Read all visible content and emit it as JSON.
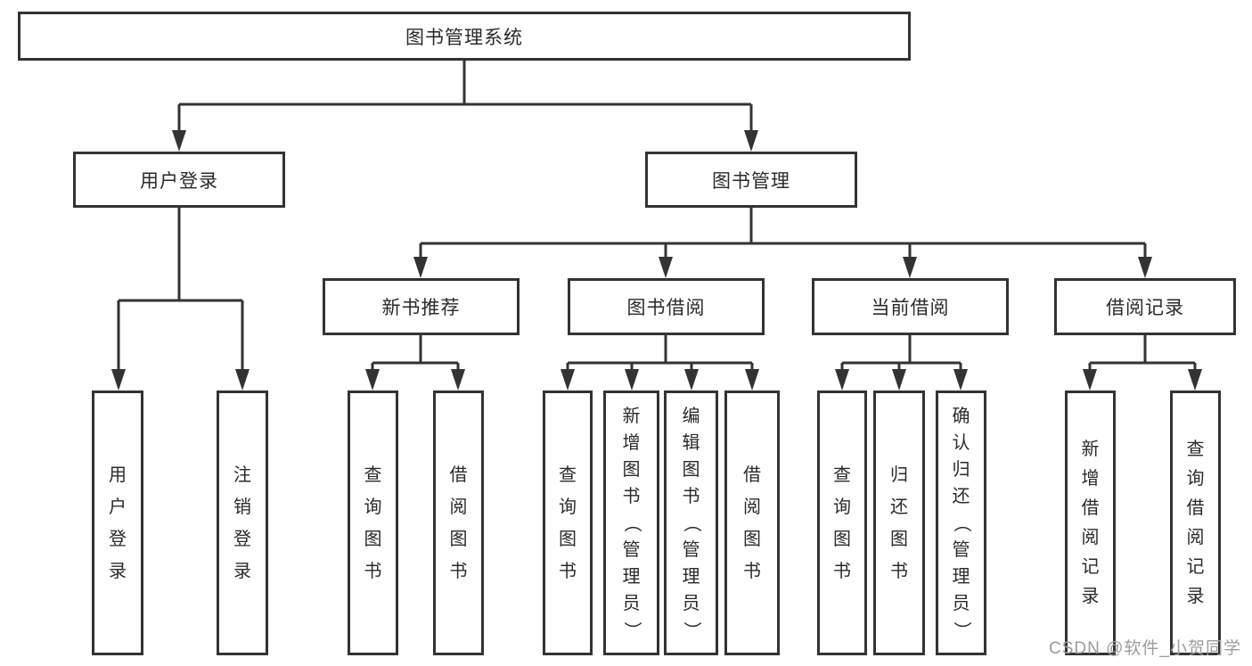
{
  "diagram": {
    "title": "图书管理系统",
    "root": {
      "label": "图书管理系统",
      "children": [
        {
          "label": "用户登录",
          "children": [
            {
              "label": "用户登录"
            },
            {
              "label": "注销登录"
            }
          ]
        },
        {
          "label": "图书管理",
          "children": [
            {
              "label": "新书推荐",
              "children": [
                {
                  "label": "查询图书"
                },
                {
                  "label": "借阅图书"
                }
              ]
            },
            {
              "label": "图书借阅",
              "children": [
                {
                  "label": "查询图书"
                },
                {
                  "label": "新增图书（管理员）"
                },
                {
                  "label": "编辑图书（管理员）"
                },
                {
                  "label": "借阅图书"
                }
              ]
            },
            {
              "label": "当前借阅",
              "children": [
                {
                  "label": "查询图书"
                },
                {
                  "label": "归还图书"
                },
                {
                  "label": "确认归还（管理员）"
                }
              ]
            },
            {
              "label": "借阅记录",
              "children": [
                {
                  "label": "新增借阅记录"
                },
                {
                  "label": "查询借阅记录"
                }
              ]
            }
          ]
        }
      ]
    }
  },
  "watermark": {
    "text": "CSDN @软件_小贺同学"
  },
  "colors": {
    "line": "#333333",
    "box_border": "#333333",
    "text": "#2a2a2a",
    "background": "#ffffff",
    "watermark": "#9c9c9c"
  }
}
